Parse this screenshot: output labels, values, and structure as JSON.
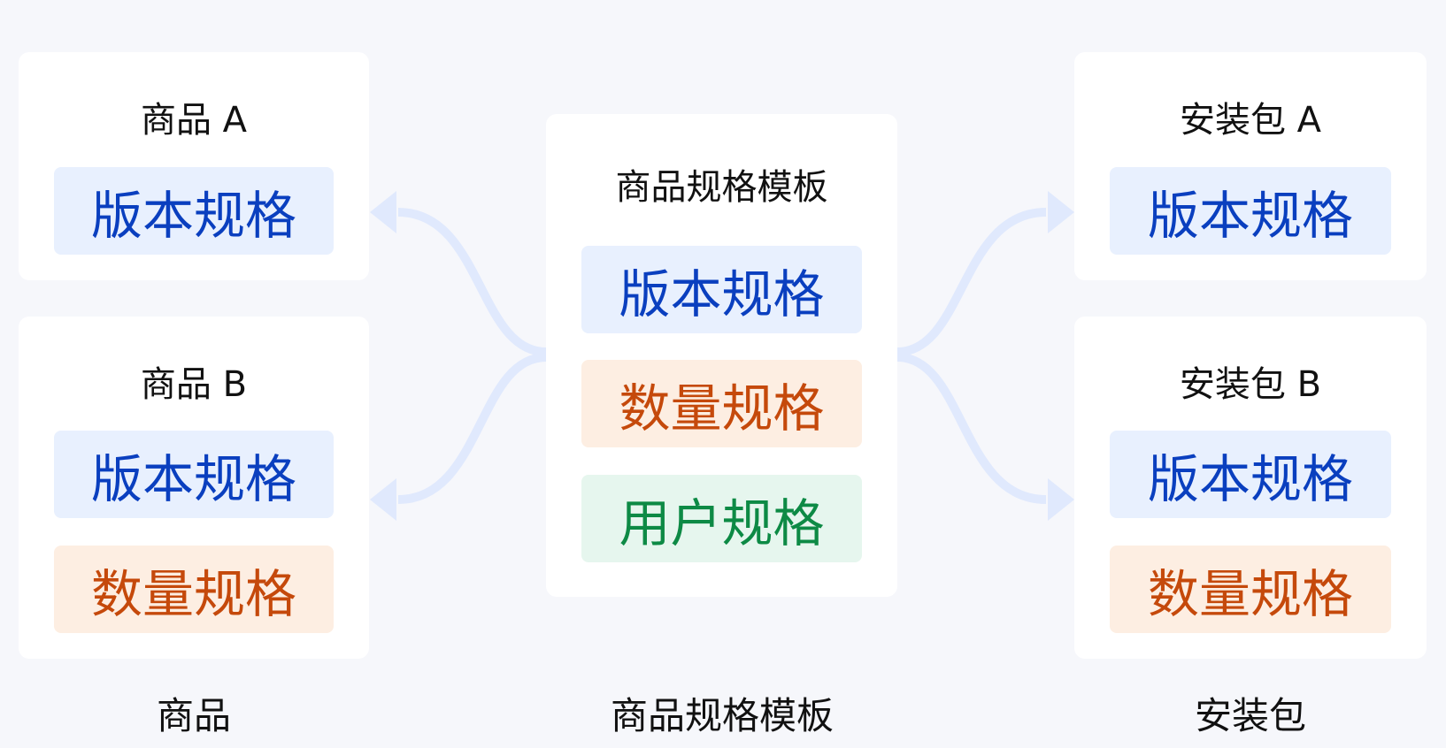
{
  "colors": {
    "background": "#f6f7fb",
    "connector": "#e0e9fd",
    "version": "#0a3fbf",
    "quantity": "#c5490b",
    "user": "#0d8a45"
  },
  "products": {
    "a": {
      "title": "商品 A",
      "chips": [
        "版本规格"
      ]
    },
    "b": {
      "title": "商品 B",
      "chips": [
        "版本规格",
        "数量规格"
      ]
    }
  },
  "template": {
    "title": "商品规格模板",
    "chips": [
      "版本规格",
      "数量规格",
      "用户规格"
    ]
  },
  "packages": {
    "a": {
      "title": "安装包 A",
      "chips": [
        "版本规格"
      ]
    },
    "b": {
      "title": "安装包 B",
      "chips": [
        "版本规格",
        "数量规格"
      ]
    }
  },
  "labels": {
    "products": "商品",
    "template": "商品规格模板",
    "packages": "安装包"
  }
}
